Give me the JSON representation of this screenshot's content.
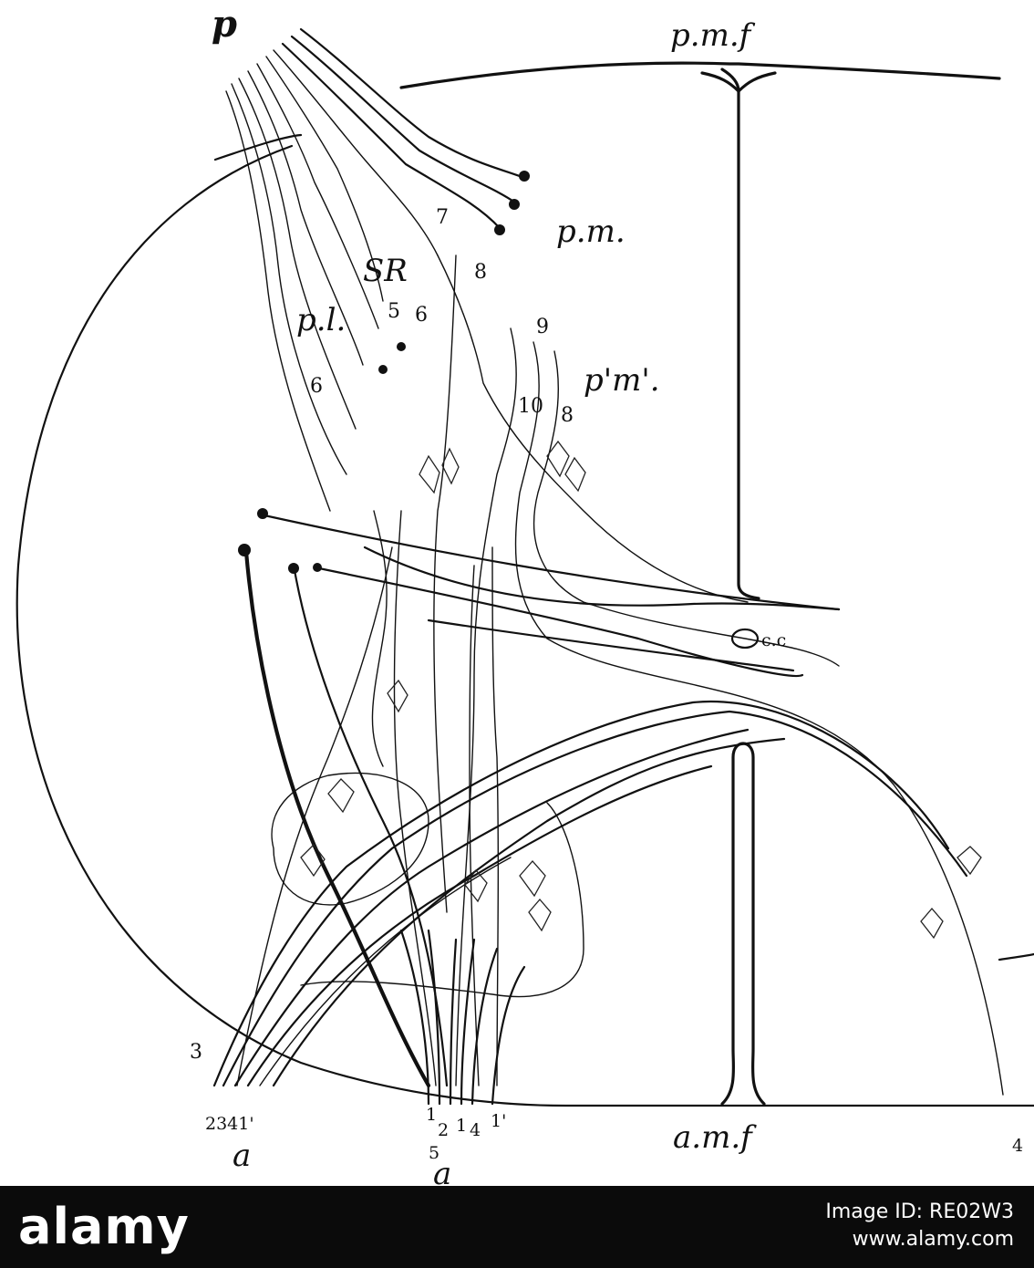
{
  "figure": {
    "labels": {
      "p_top": "p",
      "pmf": "p.m.f",
      "pm": "p.m.",
      "sr": "SR",
      "pl": "p.l.",
      "pm_prime": "p'm'.",
      "cc": "c.c",
      "a_left": "a",
      "a_right": "a",
      "amf": "a.m.f",
      "n5a": "5",
      "n6a": "6",
      "n6b": "6",
      "n7": "7",
      "n8a": "8",
      "n9": "9",
      "n10": "10",
      "n8b": "8",
      "n3": "3",
      "n2341": "2341'",
      "n1a": "1",
      "n2a": "2",
      "n1b": "1",
      "n4": "4",
      "n1c": "1'",
      "n5b": "5",
      "n4b": "4"
    }
  },
  "watermark": {
    "logo": "alamy",
    "image_id_line": "Image ID: RE02W3",
    "site": "www.alamy.com"
  }
}
